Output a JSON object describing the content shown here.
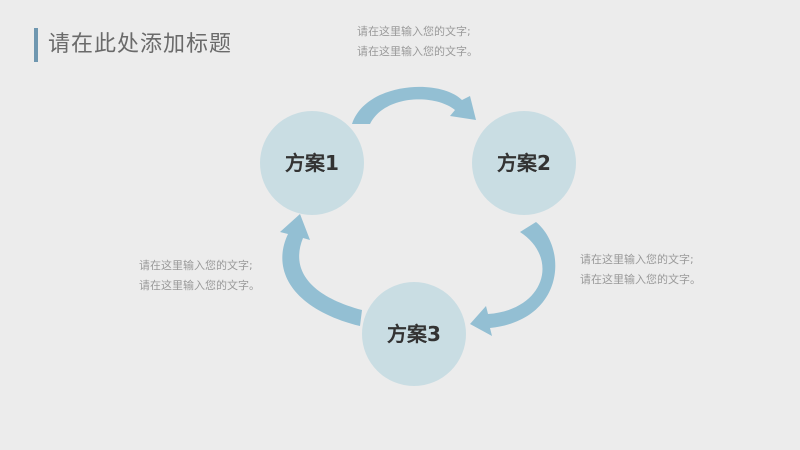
{
  "title": "请在此处添加标题",
  "nodes": [
    {
      "label": "方案1"
    },
    {
      "label": "方案2"
    },
    {
      "label": "方案3"
    }
  ],
  "notes": {
    "top": [
      "请在这里输入您的文字;",
      "请在这里输入您的文字。"
    ],
    "right": [
      "请在这里输入您的文字;",
      "请在这里输入您的文字。"
    ],
    "left": [
      "请在这里输入您的文字;",
      "请在这里输入您的文字。"
    ]
  },
  "colors": {
    "accent": "#6f97b0",
    "circle": "#c9dde3",
    "arrow": "#93bfd3",
    "background": "#ececec"
  }
}
